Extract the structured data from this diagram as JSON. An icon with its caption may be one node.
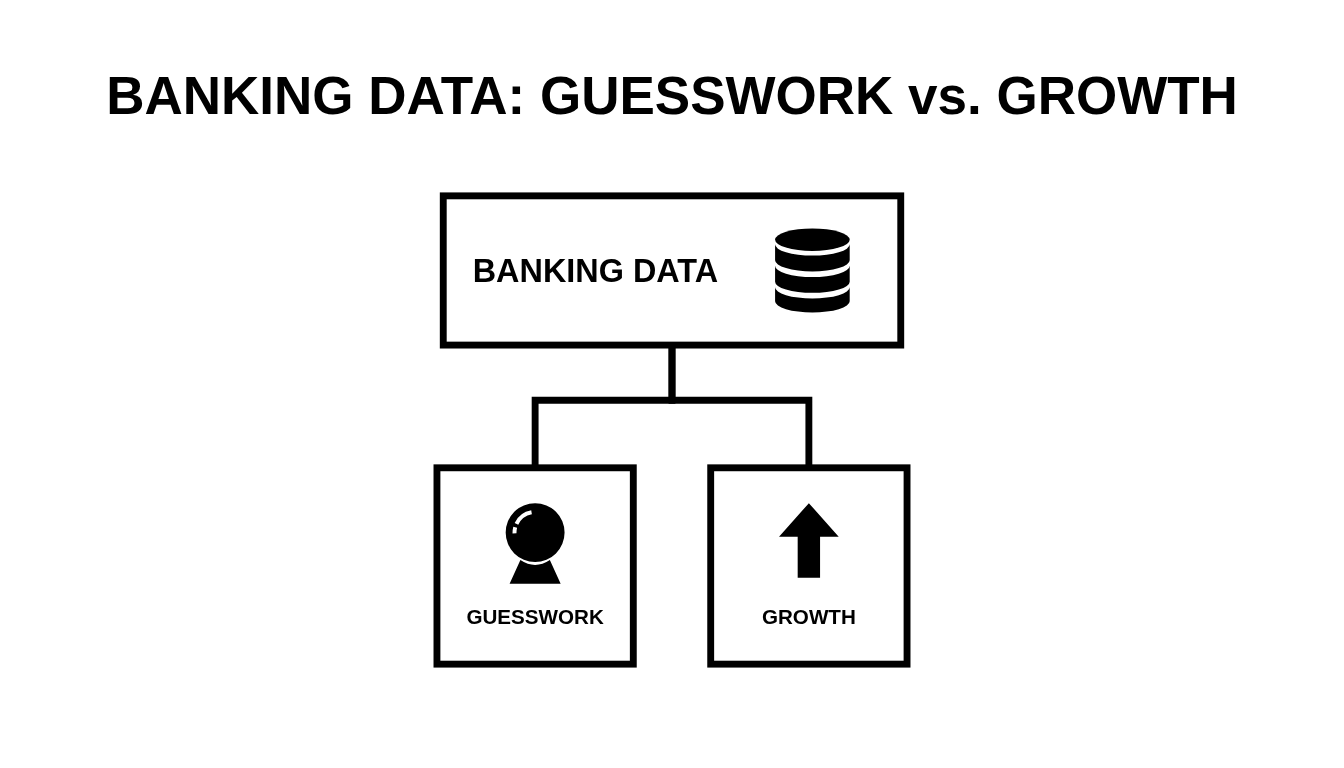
{
  "diagram": {
    "title": "BANKING DATA: GUESSWORK vs. GROWTH",
    "nodes": [
      {
        "text": [
          "BANKING DATA"
        ]
      },
      {
        "text": [
          "GUESSWORK"
        ]
      },
      {
        "text": [
          "GROWTH"
        ]
      }
    ],
    "edges": [
      {
        "from": 0,
        "to": 1,
        "arrow": "none"
      },
      {
        "from": 0,
        "to": 2,
        "arrow": "none"
      }
    ]
  }
}
